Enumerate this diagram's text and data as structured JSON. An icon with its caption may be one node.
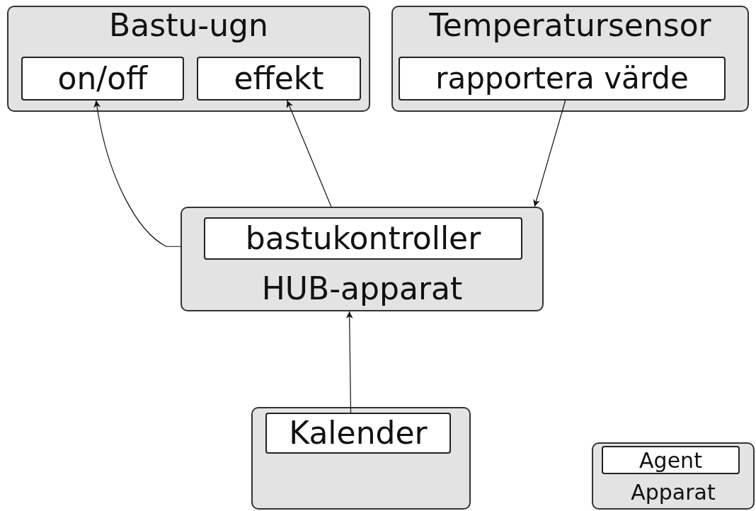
{
  "diagram": {
    "nodes": [
      {
        "text": [
          "Bastu-ugn"
        ]
      },
      {
        "text": [
          "on/off"
        ],
        "in": 0
      },
      {
        "text": [
          "effekt"
        ],
        "in": 0
      },
      {
        "text": [
          "Temperatursensor"
        ]
      },
      {
        "text": [
          "rapportera värde"
        ],
        "in": 3
      },
      {
        "text": [
          "HUB-apparat"
        ]
      },
      {
        "text": [
          "bastukontroller"
        ],
        "in": 5
      },
      {
        "text": [],
        "shape": "box"
      },
      {
        "text": [
          "Kalender"
        ],
        "in": 7
      },
      {
        "text": [
          "Apparat"
        ]
      },
      {
        "text": [
          "Agent"
        ],
        "in": 9
      }
    ],
    "edges": [
      {
        "from": 5,
        "to": 1,
        "arrow": "to"
      },
      {
        "from": 5,
        "to": 2,
        "arrow": "to"
      },
      {
        "from": 4,
        "to": 5,
        "arrow": "to"
      },
      {
        "from": 8,
        "to": 5,
        "arrow": "to"
      }
    ]
  }
}
